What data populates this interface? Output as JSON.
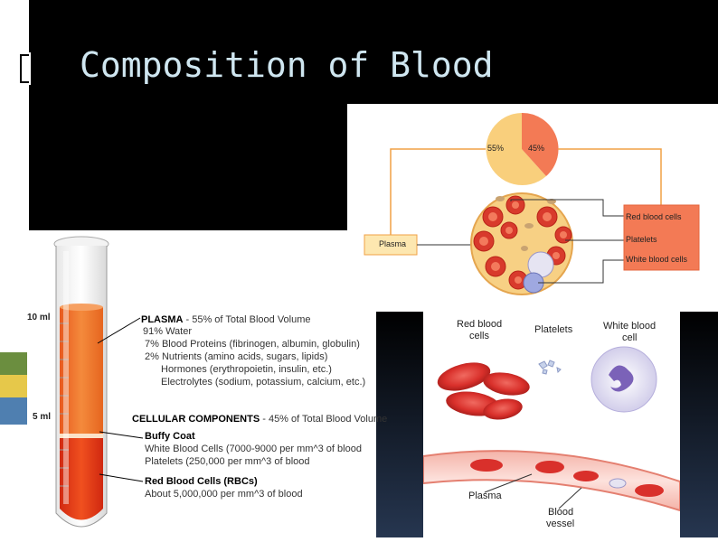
{
  "slide": {
    "title": "Composition of Blood"
  },
  "test_tube": {
    "mark_10ml": "10 ml",
    "mark_5ml": "5 ml",
    "plasma_heading": "PLASMA",
    "plasma_desc": " - 55% of Total Blood Volume",
    "plasma_lines": [
      "91% Water",
      "7% Blood Proteins (fibrinogen, albumin, globulin)",
      "2% Nutrients (amino acids, sugars, lipids)",
      "Hormones (erythropoietin, insulin, etc.)",
      "Electrolytes (sodium, potassium, calcium, etc.)"
    ],
    "cellular_heading": "CELLULAR COMPONENTS",
    "cellular_desc": " - 45% of Total Blood Volume",
    "buffy_heading": "Buffy Coat",
    "buffy_lines": [
      "White Blood Cells (7000-9000 per mm^3 of blood",
      "Platelets (250,000 per mm^3 of blood"
    ],
    "rbc_heading": "Red Blood Cells (RBCs)",
    "rbc_lines": [
      "About 5,000,000 per mm^3 of blood"
    ]
  },
  "pie_diagram": {
    "plasma_pct": "55%",
    "cells_pct": "45%",
    "plasma_label": "Plasma",
    "legend": [
      "Red blood cells",
      "Platelets",
      "White blood cells"
    ]
  },
  "cells_illustration": {
    "rbc_label_1": "Red blood",
    "rbc_label_2": "cells",
    "platelets_label": "Platelets",
    "wbc_label_1": "White blood",
    "wbc_label_2": "cell",
    "plasma_label": "Plasma",
    "vessel_label_1": "Blood",
    "vessel_label_2": "vessel"
  },
  "colors": {
    "plasma_yellow": "#f9cf7c",
    "cells_orange": "#f37a55",
    "blood_red": "#d9302b",
    "title_text": "#cfe6f0"
  }
}
